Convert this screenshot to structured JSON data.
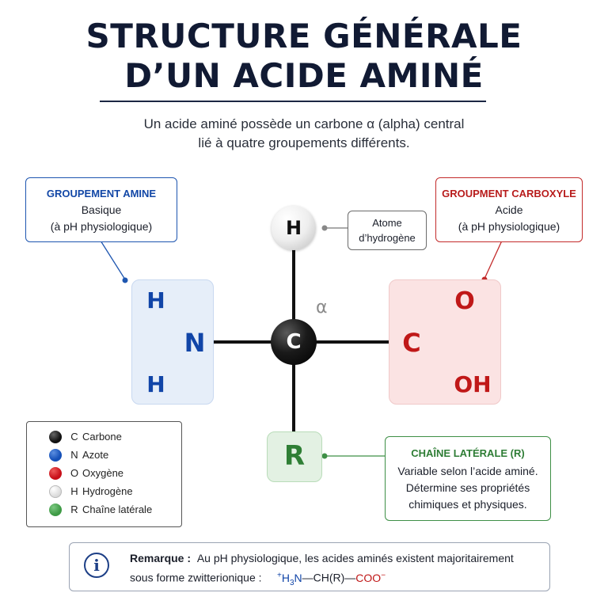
{
  "title": {
    "line1": "STRUCTURE GÉNÉRALE",
    "line2": "D’UN ACIDE AMINÉ"
  },
  "subtitle": {
    "line1": "Un acide aminé possède un carbone α (alpha) central",
    "line2": "lié à quatre groupements différents."
  },
  "callouts": {
    "amine": {
      "heading": "GROUPEMENT AMINE",
      "line1": "Basique",
      "line2": "(à pH physiologique)"
    },
    "carboxyl": {
      "heading": "GROUPMENT CARBOXYLE",
      "line1": "Acide",
      "line2": "(à pH physiologique)"
    },
    "hydrogen": {
      "line1": "Atome",
      "line2": "d’hydrogène"
    },
    "side_chain": {
      "heading": "CHAÎNE LATÉRALE (R)",
      "line1": "Variable selon l’acide aminé.",
      "line2": "Détermine ses propriétés",
      "line3": "chimiques et physiques."
    }
  },
  "molecule": {
    "central_atom": "C",
    "alpha_label": "α",
    "hydrogen_atom": "H",
    "amine": {
      "h_top": "H",
      "n": "N",
      "h_bottom": "H"
    },
    "carboxyl": {
      "c": "C",
      "o": "O",
      "oh": "OH"
    },
    "side_chain": "R"
  },
  "legend": [
    {
      "symbol": "C",
      "name": "Carbone",
      "color": "#111111"
    },
    {
      "symbol": "N",
      "name": "Azote",
      "color": "#1550b8"
    },
    {
      "symbol": "O",
      "name": "Oxygène",
      "color": "#c8101a"
    },
    {
      "symbol": "H",
      "name": "Hydrogène",
      "color": "#e6e6e6"
    },
    {
      "symbol": "R",
      "name": "Chaîne latérale",
      "color": "#3e9a45"
    }
  ],
  "note": {
    "icon": "info-icon",
    "label": "Remarque :",
    "text1": "Au pH physiologique, les acides aminés existent majoritairement",
    "text2": "sous forme zwitterionique :",
    "formula": {
      "charge_plus": "+",
      "h": "H",
      "sub3": "3",
      "n": "N",
      "dash1": "—",
      "middle": "CH(R)",
      "dash2": "—",
      "coo": "COO",
      "charge_minus": "−"
    }
  },
  "colors": {
    "amine": "#1145a8",
    "carboxyl": "#c01818",
    "side_chain": "#2f7f35",
    "title": "#111a33"
  }
}
